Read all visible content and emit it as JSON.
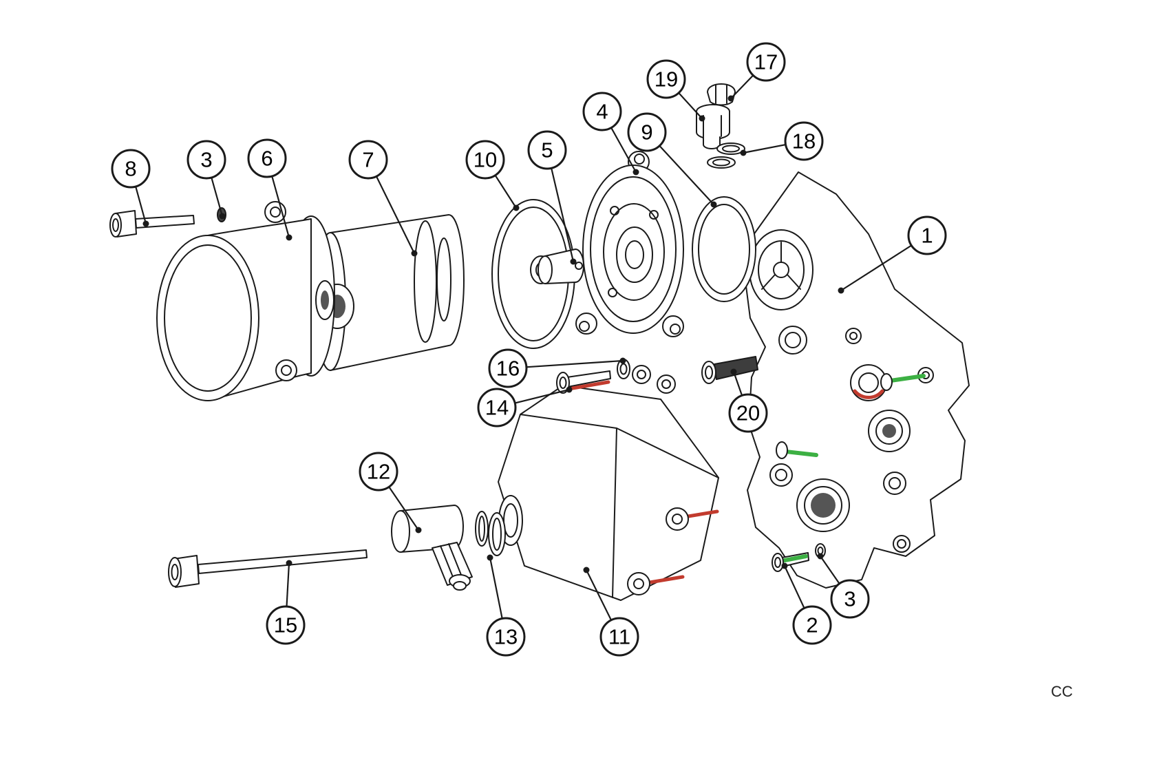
{
  "figure": {
    "watermark": "CC"
  },
  "style": {
    "line_color": "#1a1a1a",
    "background": "#ffffff",
    "highlight_green": "#3cb043",
    "highlight_red": "#c23b2e",
    "balloon_fill": "#ffffff",
    "balloon_text_color": "#000000"
  },
  "callouts": [
    {
      "label": "8",
      "balloon": [
        190,
        245
      ],
      "target": [
        212,
        325
      ]
    },
    {
      "label": "3",
      "balloon": [
        300,
        232
      ],
      "target": [
        323,
        314
      ]
    },
    {
      "label": "6",
      "balloon": [
        388,
        230
      ],
      "target": [
        420,
        345
      ]
    },
    {
      "label": "7",
      "balloon": [
        535,
        232
      ],
      "target": [
        602,
        368
      ]
    },
    {
      "label": "10",
      "balloon": [
        705,
        232
      ],
      "target": [
        750,
        302
      ]
    },
    {
      "label": "5",
      "balloon": [
        795,
        218
      ],
      "target": [
        833,
        380
      ]
    },
    {
      "label": "4",
      "balloon": [
        875,
        162
      ],
      "target": [
        924,
        250
      ]
    },
    {
      "label": "9",
      "balloon": [
        940,
        192
      ],
      "target": [
        1037,
        297
      ]
    },
    {
      "label": "19",
      "balloon": [
        968,
        115
      ],
      "target": [
        1020,
        172
      ]
    },
    {
      "label": "17",
      "balloon": [
        1113,
        90
      ],
      "target": [
        1062,
        143
      ]
    },
    {
      "label": "18",
      "balloon": [
        1168,
        205
      ],
      "target": [
        1080,
        222
      ]
    },
    {
      "label": "1",
      "balloon": [
        1347,
        342
      ],
      "target": [
        1222,
        422
      ]
    },
    {
      "label": "16",
      "balloon": [
        738,
        535
      ],
      "target": [
        905,
        524
      ]
    },
    {
      "label": "14",
      "balloon": [
        722,
        592
      ],
      "target": [
        827,
        566
      ]
    },
    {
      "label": "20",
      "balloon": [
        1087,
        600
      ],
      "target": [
        1066,
        540
      ]
    },
    {
      "label": "12",
      "balloon": [
        550,
        685
      ],
      "target": [
        608,
        770
      ]
    },
    {
      "label": "15",
      "balloon": [
        415,
        908
      ],
      "target": [
        420,
        818
      ]
    },
    {
      "label": "13",
      "balloon": [
        735,
        925
      ],
      "target": [
        712,
        810
      ]
    },
    {
      "label": "11",
      "balloon": [
        900,
        925
      ],
      "target": [
        852,
        828
      ]
    },
    {
      "label": "2",
      "balloon": [
        1180,
        908
      ],
      "target": [
        1140,
        822
      ]
    },
    {
      "label": "3",
      "balloon": [
        1235,
        870
      ],
      "target": [
        1192,
        808
      ]
    }
  ]
}
